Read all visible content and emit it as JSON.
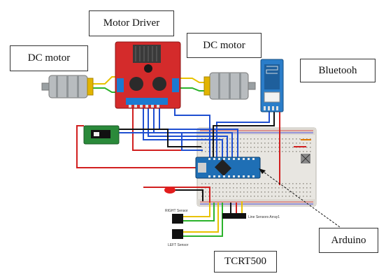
{
  "labels": {
    "motor_driver": "Motor Driver",
    "dc_motor_left": "DC motor",
    "dc_motor_right": "DC motor",
    "bluetooth": "Bluetooh",
    "arduino": "Arduino",
    "tcrt": "TCRT500"
  },
  "small_text": {
    "right_sensor": "RIGHT Sensor",
    "left_sensor": "LEFT Sensor",
    "line_sensor_array": "Line Sensors Array1"
  },
  "colors": {
    "driver_board": "#d42b2b",
    "breadboard": "#e8e6e1",
    "arduino_board": "#1f6fb5",
    "bluetooth_board": "#2a7dc9",
    "potentiometer_board": "#2a8a3a",
    "wire_red": "#d11f1f",
    "wire_blue": "#1f4fd1",
    "wire_black": "#111111",
    "wire_yellow": "#e8c200",
    "wire_green": "#2bb32b"
  }
}
